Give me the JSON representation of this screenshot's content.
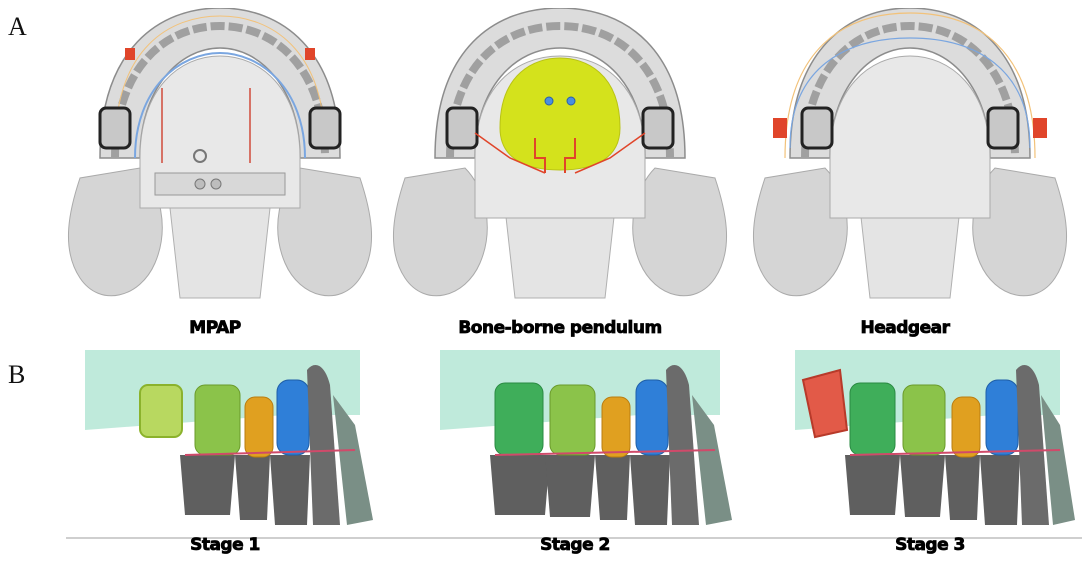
{
  "figure": {
    "panel_a_label": "A",
    "panel_b_label": "B",
    "panel_a": {
      "captions": [
        "MPAP",
        "Bone-borne pendulum",
        "Headgear"
      ]
    },
    "panel_b": {
      "captions": [
        "Stage 1",
        "Stage 2",
        "Stage 3"
      ]
    },
    "colors": {
      "bone": "#d9d9d9",
      "bone_shade": "#9a9a9a",
      "pad_yellow": "#d4e21c",
      "appliance_red": "#e0452a",
      "gingiva_mint": "#a9e3cf",
      "molar_green": "#3fae5a",
      "premolar_yellow": "#b8c928",
      "canine_orange": "#e0a020",
      "incisor_blue": "#2f7fd8",
      "root_gray": "#5f5f5f"
    }
  }
}
